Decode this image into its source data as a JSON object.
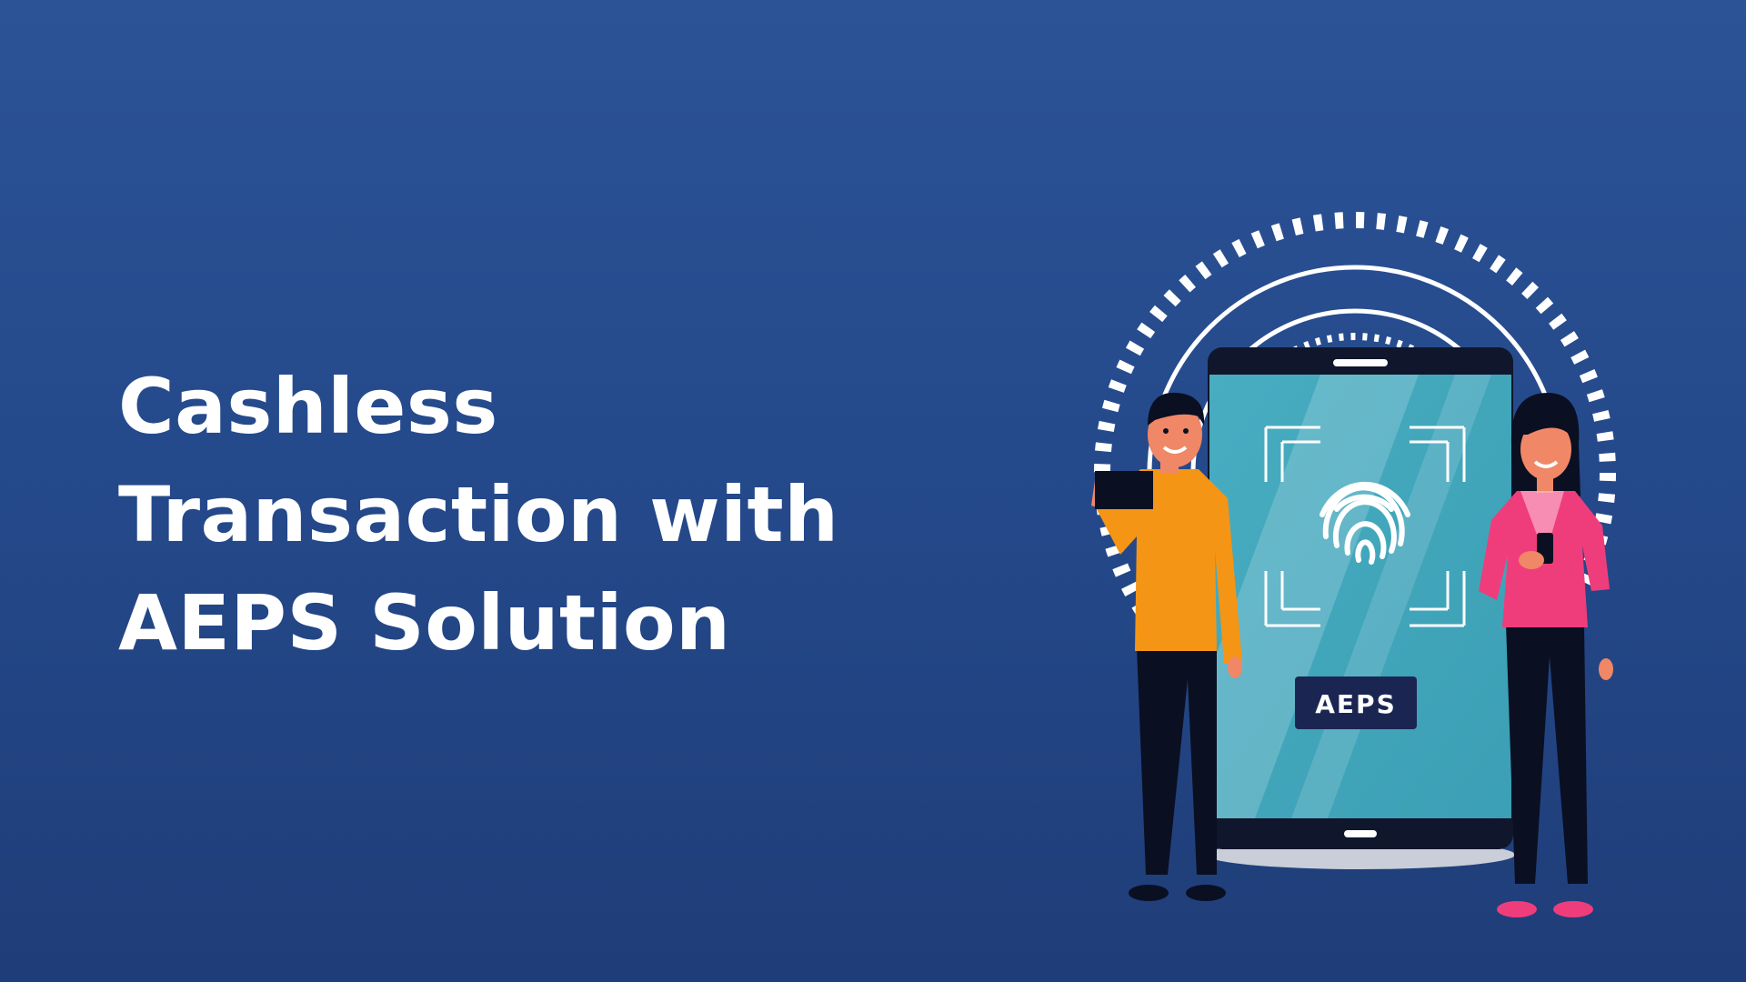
{
  "headline": {
    "lines": [
      "Cashless",
      "Transaction with",
      "AEPS Solution"
    ]
  },
  "illustration": {
    "phone_badge": "AEPS",
    "icons": [
      "fingerprint-icon",
      "scan-frame-icon"
    ]
  },
  "colors": {
    "background_top": "#2b5396",
    "background_bottom": "#1f3d78",
    "phone_screen": "#4aaebf",
    "phone_body": "#10162c",
    "man_shirt": "#f59515",
    "woman_top": "#ef3d7c",
    "badge_bg": "#1b2552"
  }
}
